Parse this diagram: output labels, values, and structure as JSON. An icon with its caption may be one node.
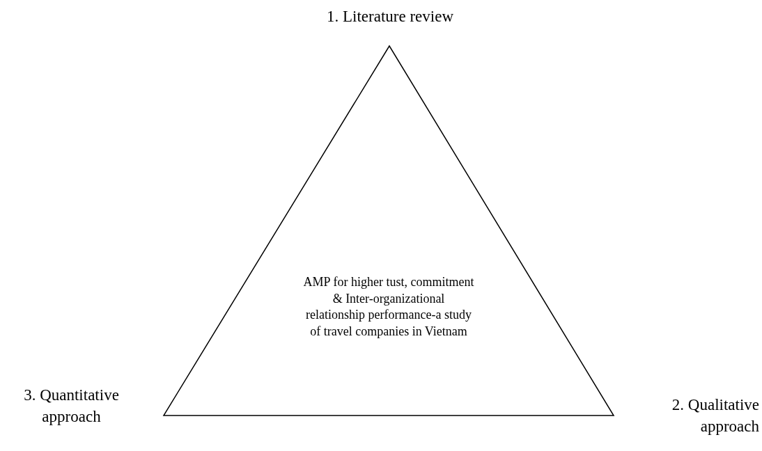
{
  "diagram": {
    "nodes": [
      {
        "text": [
          "AMP for higher tust, commitment & Inter-organizational relationship performance-a study of travel companies in Vietnam"
        ]
      }
    ],
    "labels": [
      "1. Literature review",
      "3. Quantitative approach",
      "2. Qualitative approach"
    ]
  }
}
